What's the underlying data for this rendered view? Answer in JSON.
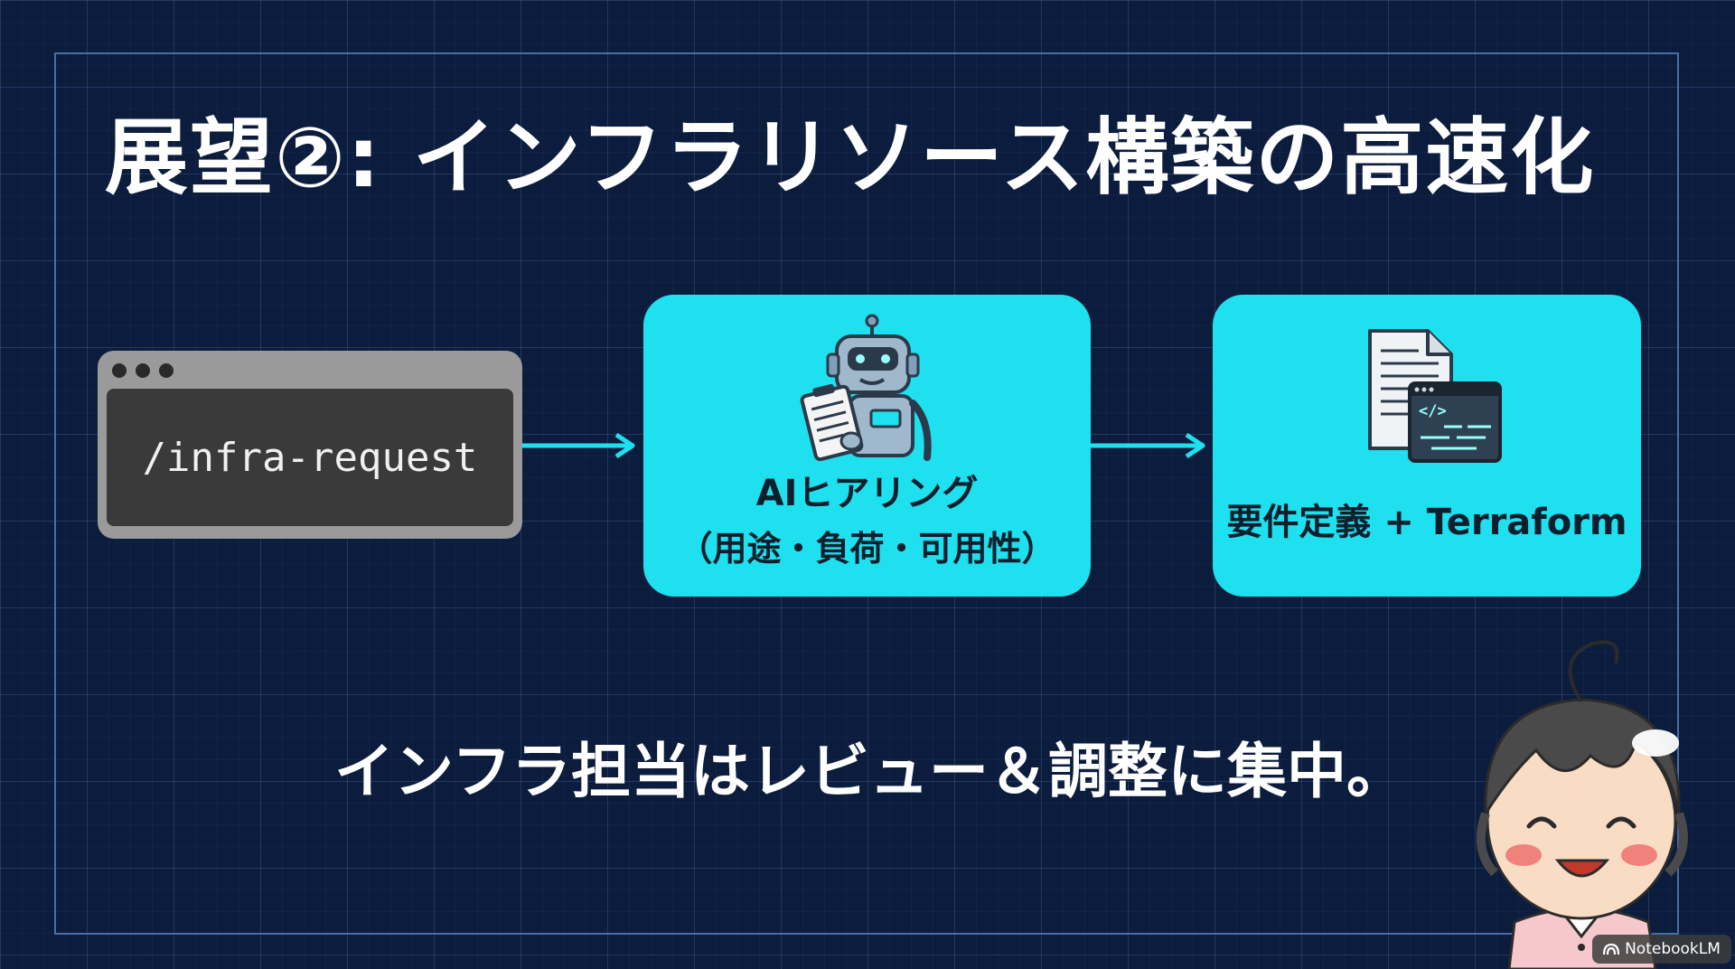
{
  "slide": {
    "title": "展望②: インフラリソース構築の高速化",
    "caption": "インフラ担当はレビュー＆調整に集中。"
  },
  "flow": {
    "terminal": {
      "command": "/infra-request",
      "icon": "terminal-window-icon"
    },
    "ai_hearing": {
      "icon": "robot-clipboard-icon",
      "label": "AIヒアリング",
      "sublabel": "（用途・負荷・可用性）"
    },
    "output": {
      "icon": "document-code-icon",
      "label": "要件定義 + Terraform"
    }
  },
  "colors": {
    "background": "#0b1c3d",
    "card": "#1ee0ee",
    "arrow": "#1ee0ee",
    "text_light": "#ffffff",
    "text_dark": "#0d1f2d"
  },
  "watermark": {
    "label": "NotebookLM",
    "icon": "notebooklm-logo-icon"
  }
}
